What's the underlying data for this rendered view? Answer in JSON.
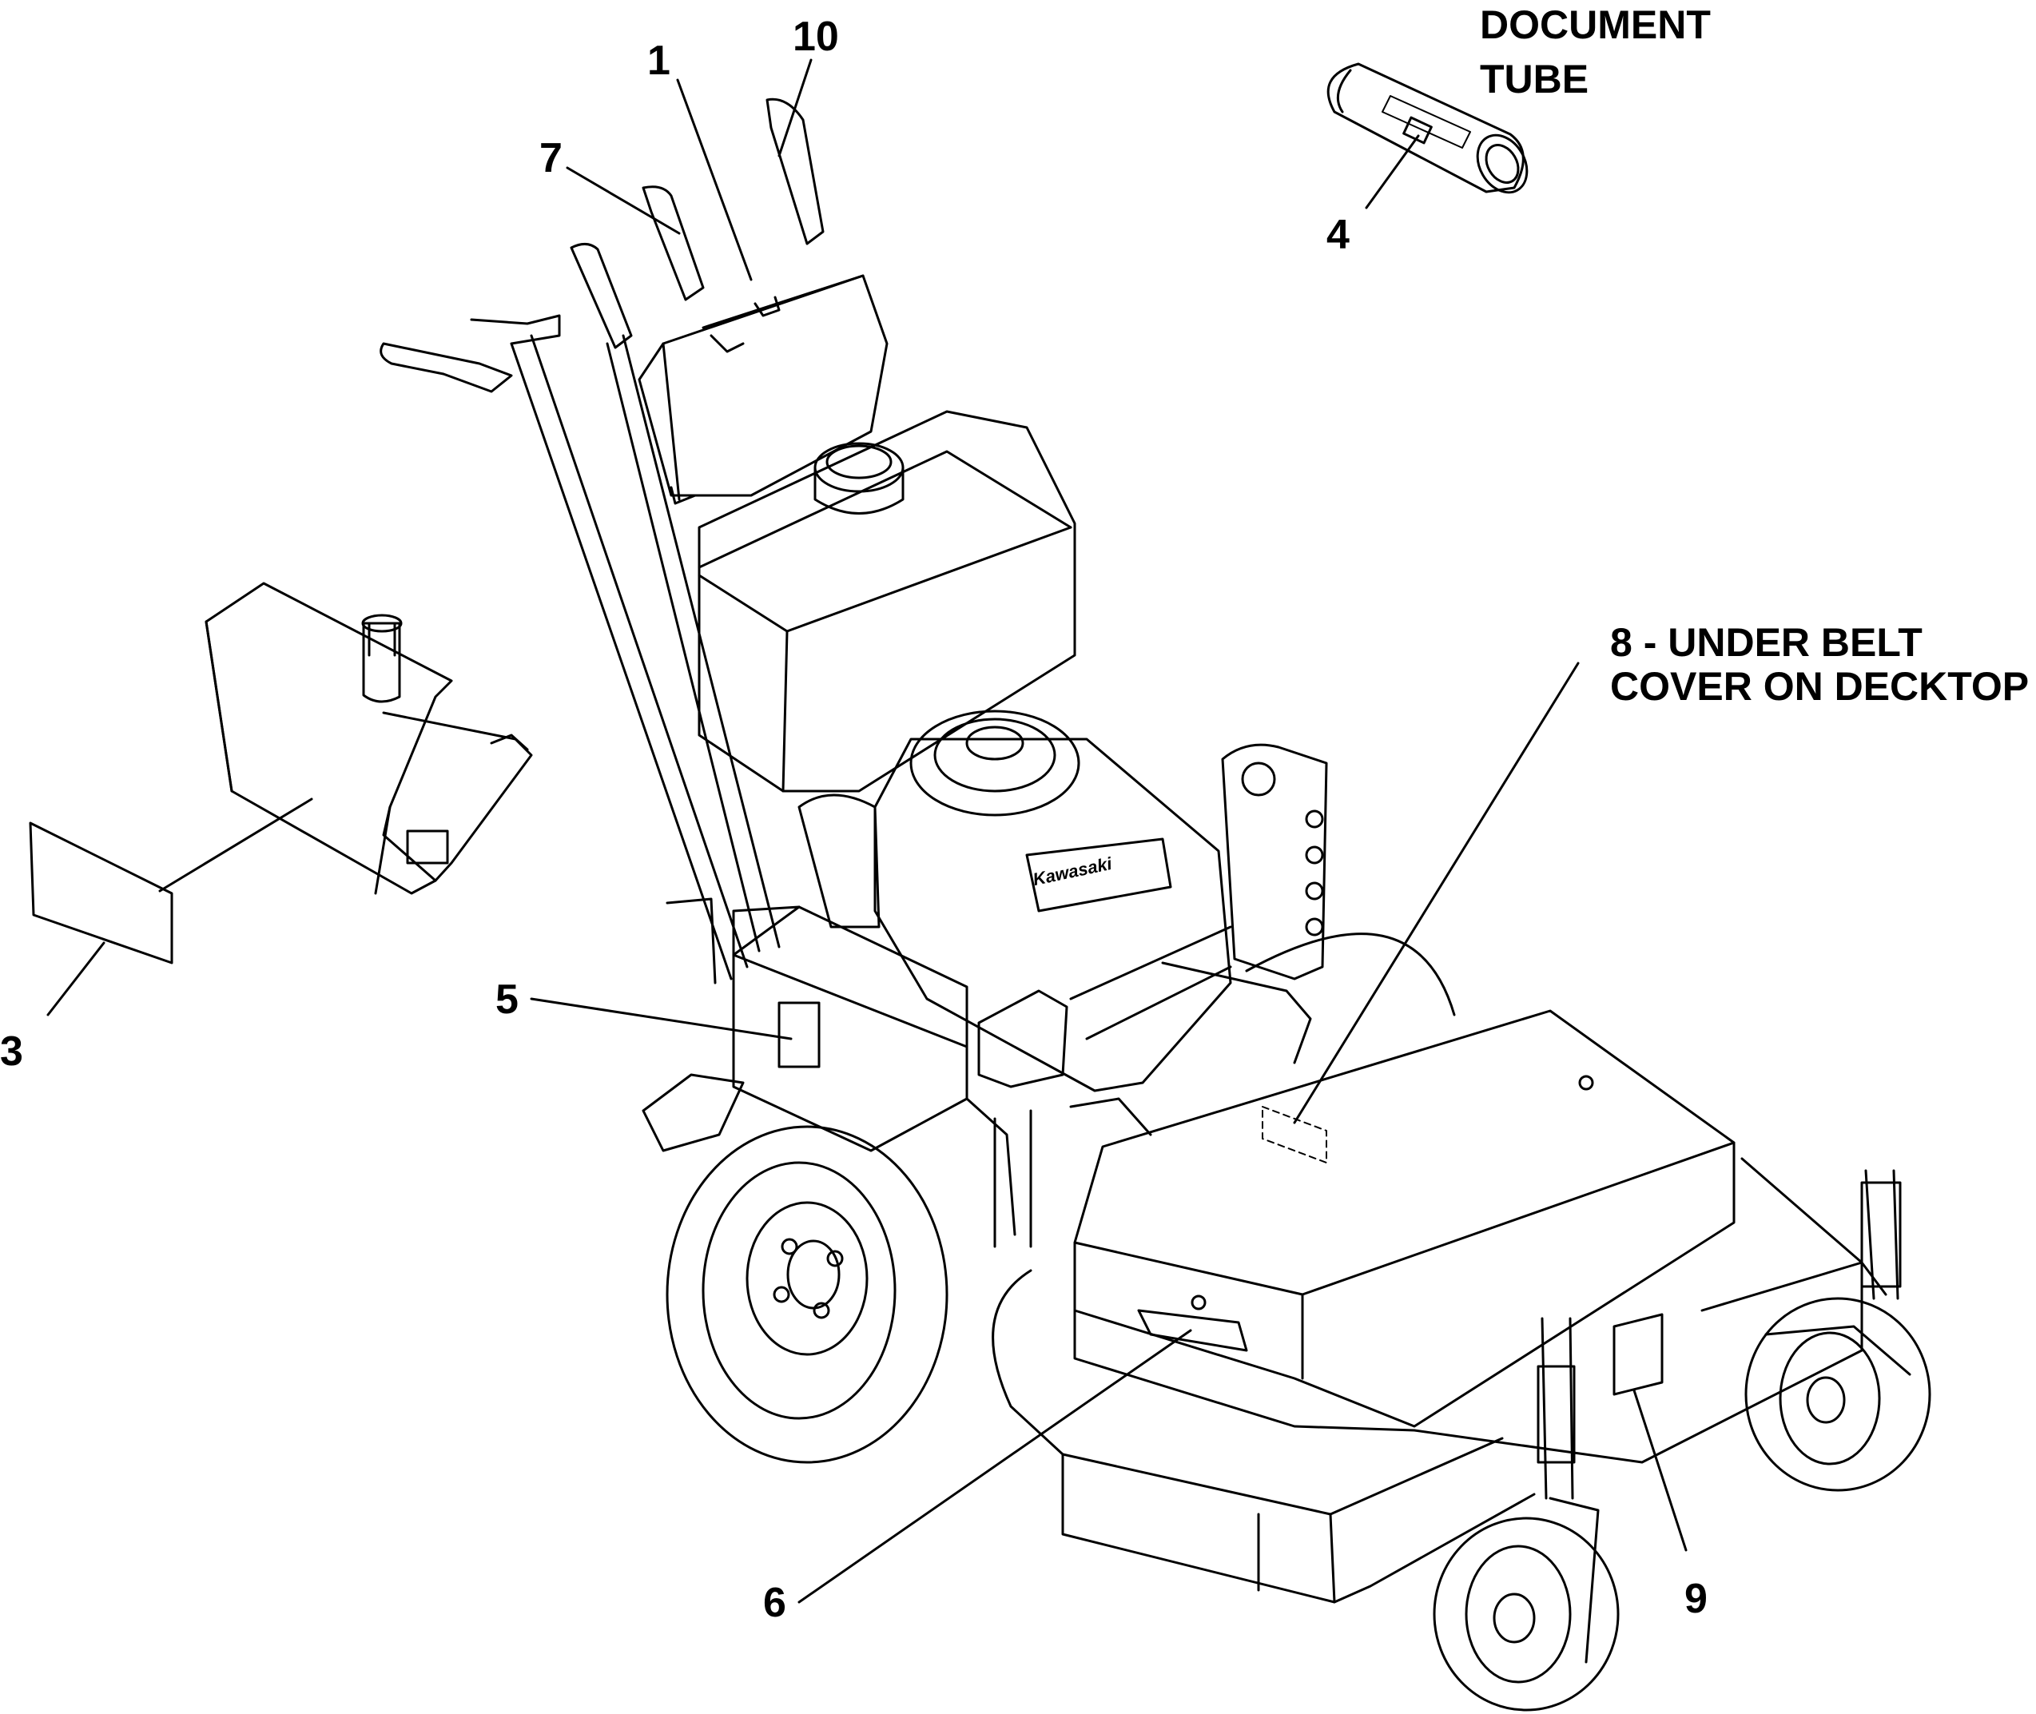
{
  "callouts": [
    {
      "id": "1",
      "label": "1"
    },
    {
      "id": "3",
      "label": "3"
    },
    {
      "id": "4",
      "label": "4"
    },
    {
      "id": "5",
      "label": "5"
    },
    {
      "id": "6",
      "label": "6"
    },
    {
      "id": "7",
      "label": "7"
    },
    {
      "id": "9",
      "label": "9"
    },
    {
      "id": "10",
      "label": "10"
    }
  ],
  "document_tube": {
    "line1": "DOCUMENT",
    "line2": "TUBE"
  },
  "note_8": {
    "line1": "8 - UNDER BELT",
    "line2": "COVER ON DECKTOP"
  },
  "engine_brand": "Kawasaki",
  "colors": {
    "stroke": "#000000",
    "background": "#ffffff"
  }
}
